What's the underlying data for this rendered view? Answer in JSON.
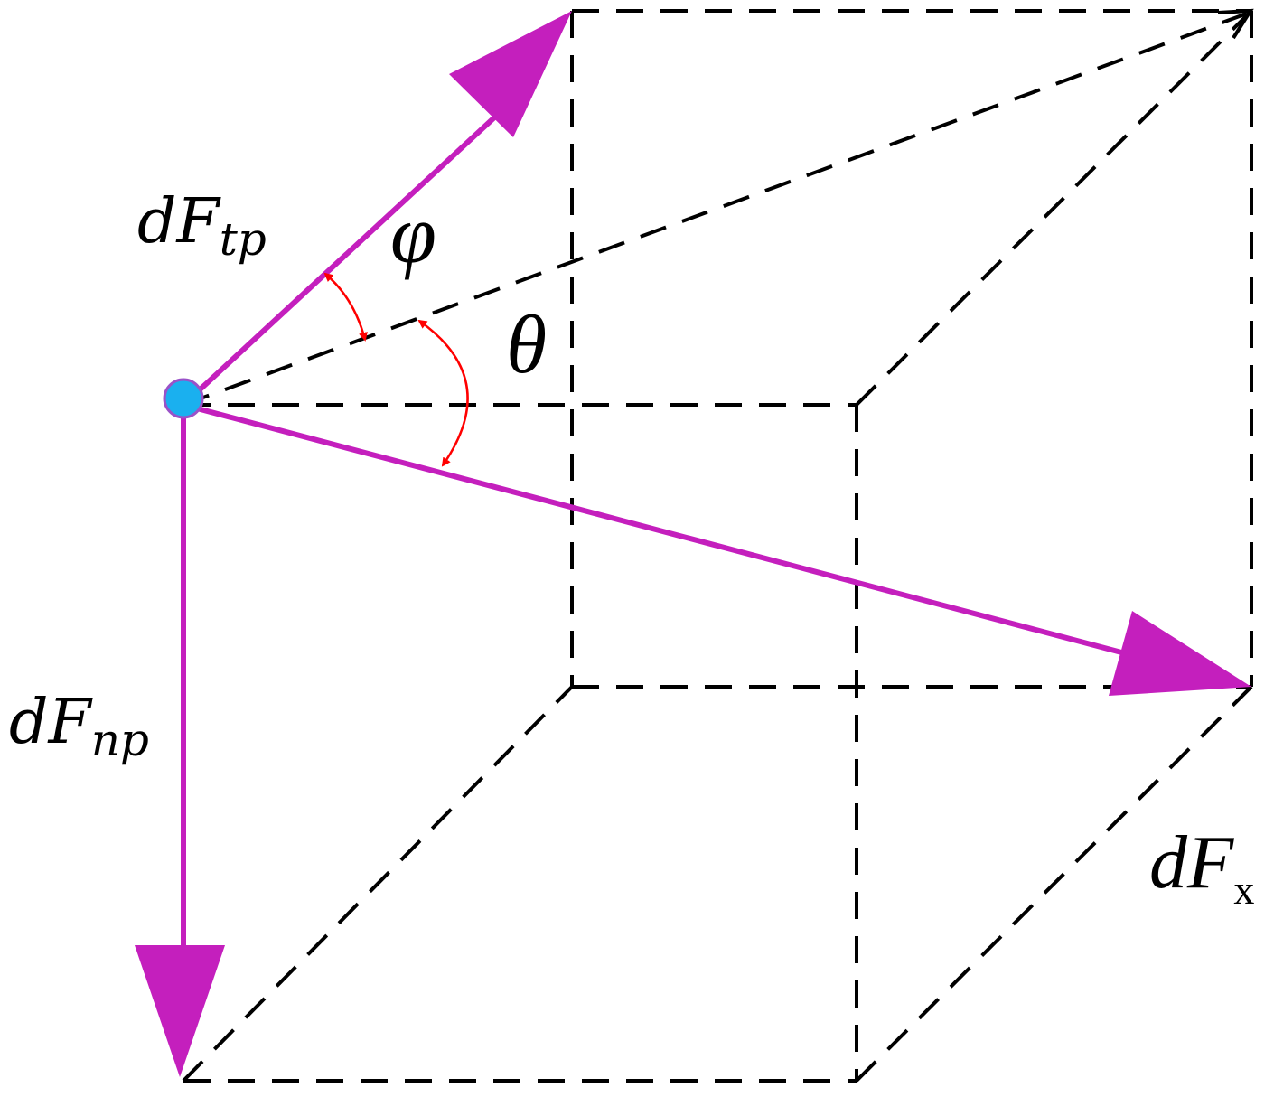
{
  "labels": {
    "tangential_force": {
      "main": "dF",
      "sub": "tp"
    },
    "normal_force": {
      "main": "dF",
      "sub": "np"
    },
    "resultant_force": {
      "main": "dF",
      "sub": "x"
    },
    "angle_phi": "φ",
    "angle_theta": "θ"
  },
  "colors": {
    "force_vector": "#c41fbd",
    "origin_point_fill": "#1ab0ef",
    "origin_point_stroke": "#9a52c8",
    "angle_arc": "#ff0000",
    "construction_lines": "#000000"
  }
}
